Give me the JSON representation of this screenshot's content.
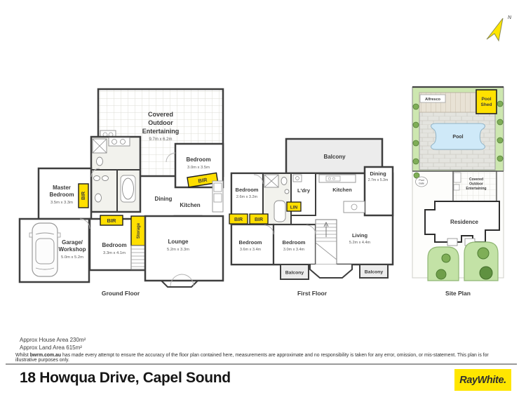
{
  "colors": {
    "accent_yellow": "#ffe600",
    "label_yellow": "#ffdf00",
    "wall": "#3e3e3e",
    "pool_blue": "#cfe9f8",
    "garden_green": "#c3e2a6",
    "bush_green": "#7fae57"
  },
  "ground": {
    "caption": "Ground Floor",
    "covered": {
      "l1": "Covered",
      "l2": "Outdoor",
      "l3": "Entertaining",
      "dims": "9.7m x 6.2m"
    },
    "bedroom1": {
      "name": "Bedroom",
      "dims": "3.0m x 3.5m"
    },
    "master": {
      "l1": "Master",
      "l2": "Bedroom",
      "dims": "3.5m x 3.3m"
    },
    "dining": "Dining",
    "kitchen": "Kitchen",
    "lounge": {
      "name": "Lounge",
      "dims": "5.2m x 3.3m"
    },
    "garage": {
      "l1": "Garage/",
      "l2": "Workshop",
      "dims": "5.0m x 5.2m"
    },
    "bedroom2": {
      "name": "Bedroom",
      "dims": "3.3m x 4.1m"
    },
    "storage": "Storage",
    "bir": "BIR"
  },
  "first": {
    "caption": "First Floor",
    "balcony": "Balcony",
    "bedroom_left": {
      "name": "Bedroom",
      "dims": "2.6m x 3.2m"
    },
    "ldry": "L'dry",
    "kitchen": "Kitchen",
    "dining": {
      "name": "Dining",
      "dims": "2.7m x 5.3m"
    },
    "lin": "LIN",
    "bir": "BIR",
    "bedroom_bl": {
      "name": "Bedroom",
      "dims": "3.6m x 3.4m"
    },
    "bedroom_bm": {
      "name": "Bedroom",
      "dims": "3.0m x 3.4m"
    },
    "living": {
      "name": "Living",
      "dims": "5.2m x 4.4m"
    }
  },
  "site": {
    "caption": "Site Plan",
    "alfresco": "Alfresco",
    "pool_shed": {
      "l1": "Pool",
      "l2": "Shed"
    },
    "pool": "Pool",
    "pool_gate": {
      "l1": "Pool",
      "l2": "Gate"
    },
    "covered": {
      "l1": "Covered",
      "l2": "Outdoor",
      "l3": "Entertaining"
    },
    "residence": "Residence"
  },
  "compass": {
    "north": "N"
  },
  "footer": {
    "house_area": "Approx House Area 230m²",
    "land_area": "Approx Land Area 615m²",
    "disclaimer_prefix": "Whilst ",
    "disclaimer_brand": "bwrm.com.au",
    "disclaimer_rest": " has made every attempt to ensure the accuracy of the floor plan contained here, measurements are approximate and no responsibility is taken for any error, omission, or mis-statement. This plan is for illustrative purposes only.",
    "address": "18 Howqua Drive, Capel Sound",
    "brand": "RayWhite."
  }
}
